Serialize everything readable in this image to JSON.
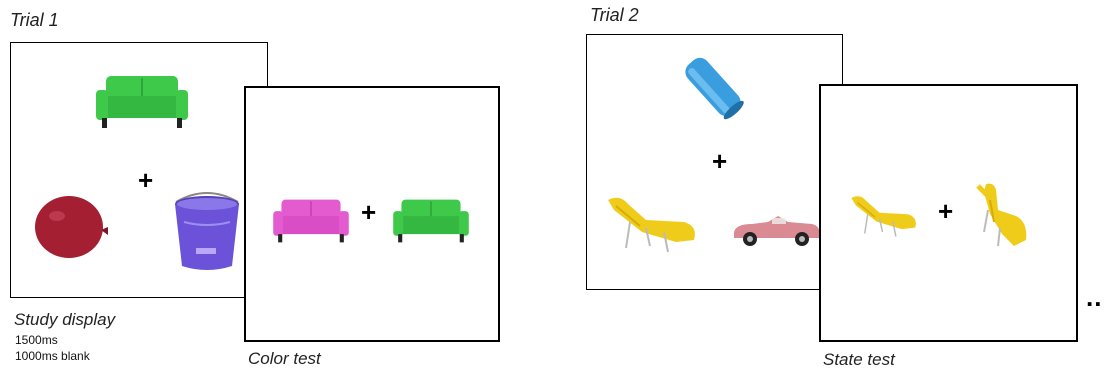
{
  "trial1": {
    "title": "Trial 1",
    "study_caption": "Study display",
    "timing_1": "1500ms",
    "timing_2": "1000ms blank",
    "test_caption": "Color test",
    "fixation": "+"
  },
  "trial2": {
    "title": "Trial 2",
    "test_caption": "State test",
    "fixation": "+"
  },
  "continuation": "..",
  "colors": {
    "sofa_green": "#3ec94a",
    "sofa_pink": "#e45bd0",
    "balloon_red": "#a51f33",
    "bucket_purple": "#6b52d8",
    "lounger_yellow": "#f0cc1a",
    "car_pink": "#d98a92",
    "tube_blue": "#3a9ede"
  }
}
